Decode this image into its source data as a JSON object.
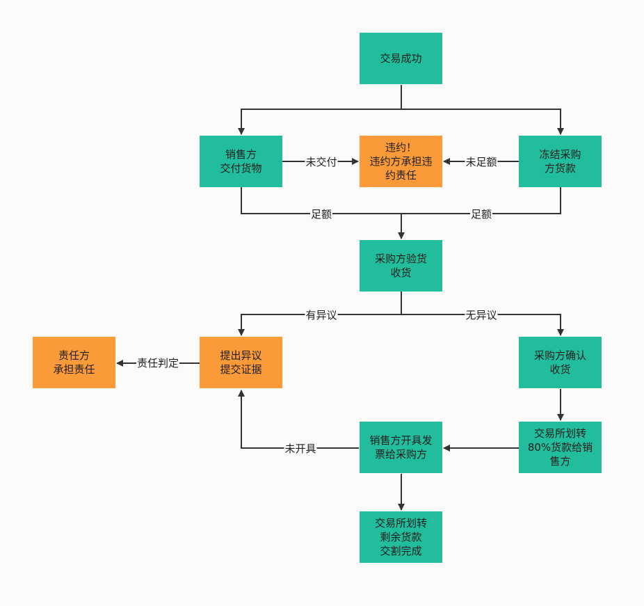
{
  "nodes": {
    "trade_success": {
      "lines": [
        "交易成功"
      ]
    },
    "seller_deliver": {
      "lines": [
        "销售方",
        "交付货物"
      ]
    },
    "breach": {
      "lines": [
        "违约！",
        "违约方承担违",
        "约责任"
      ]
    },
    "freeze_payment": {
      "lines": [
        "冻结采购",
        "方货款"
      ]
    },
    "inspect": {
      "lines": [
        "采购方验货",
        "收货"
      ]
    },
    "objection": {
      "lines": [
        "提出异议",
        "提交证据"
      ]
    },
    "liable_party": {
      "lines": [
        "责任方",
        "承担责任"
      ]
    },
    "confirm_receipt": {
      "lines": [
        "采购方确认",
        "收货"
      ]
    },
    "transfer_80": {
      "lines": [
        "交易所划转",
        "80%货款给销",
        "售方"
      ]
    },
    "issue_invoice": {
      "lines": [
        "销售方开具发",
        "票给采购方"
      ]
    },
    "complete": {
      "lines": [
        "交易所划转",
        "剩余货款",
        "交割完成"
      ]
    }
  },
  "edge_labels": {
    "not_delivered": "未交付",
    "insufficient": "未足额",
    "sufficient_left": "足额",
    "sufficient_right": "足额",
    "has_objection": "有异议",
    "no_objection": "无异议",
    "liability_ruling": "责任判定",
    "not_issued": "未开具"
  },
  "colors": {
    "teal": "#22bd9c",
    "orange": "#fa9a38",
    "line": "#333333",
    "background": "#fcfbf9"
  }
}
